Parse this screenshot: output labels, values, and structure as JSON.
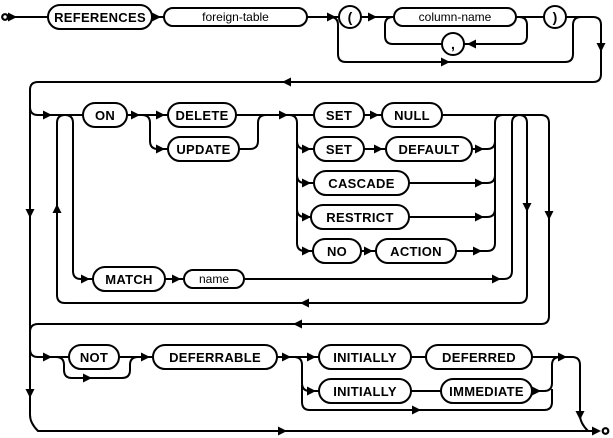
{
  "diagram": {
    "kind": "railroad-syntax-diagram",
    "rule": "foreign-key-clause",
    "colors": {
      "line": "#000000",
      "node_fill": "#ffffff",
      "text": "#000000"
    },
    "terminals": {
      "start": "start-terminal",
      "end": "end-terminal"
    },
    "keywords": {
      "references": "REFERENCES",
      "on": "ON",
      "delete": "DELETE",
      "update": "UPDATE",
      "set1": "SET",
      "null": "NULL",
      "set2": "SET",
      "default": "DEFAULT",
      "cascade": "CASCADE",
      "restrict": "RESTRICT",
      "no": "NO",
      "action": "ACTION",
      "match": "MATCH",
      "not": "NOT",
      "deferrable": "DEFERRABLE",
      "initially1": "INITIALLY",
      "deferred": "DEFERRED",
      "initially2": "INITIALLY",
      "immediate": "IMMEDIATE"
    },
    "nonterminals": {
      "foreign_table": "foreign-table",
      "column_name": "column-name",
      "name": "name"
    },
    "punctuation": {
      "open_paren": "(",
      "close_paren": ")",
      "comma": ","
    }
  }
}
